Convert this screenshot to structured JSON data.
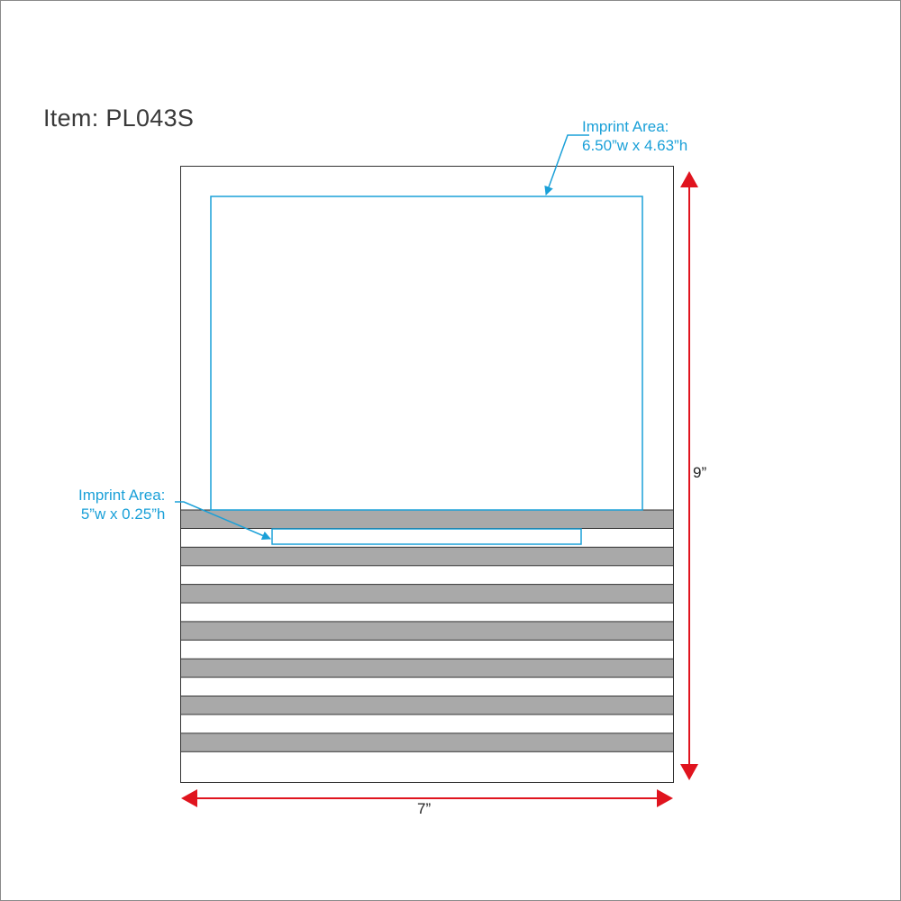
{
  "item": {
    "title": "Item: PL043S"
  },
  "imprint_areas": [
    {
      "label_line1": "Imprint Area:",
      "label_line2": "6.50”w x 4.63”h",
      "width_in": 6.5,
      "height_in": 4.63
    },
    {
      "label_line1": "Imprint Area:",
      "label_line2": "5”w x 0.25”h",
      "width_in": 5,
      "height_in": 0.25
    }
  ],
  "dimensions": {
    "height_label": "9”",
    "width_label": "7”",
    "height_in": 9,
    "width_in": 7
  },
  "colors": {
    "imprint": "#1aa0d8",
    "dimension_arrow": "#e0141e",
    "stripe_fill": "#a9a9a9",
    "outline": "#333333",
    "title": "#3a3a3a"
  },
  "stripes": {
    "count": 7
  }
}
